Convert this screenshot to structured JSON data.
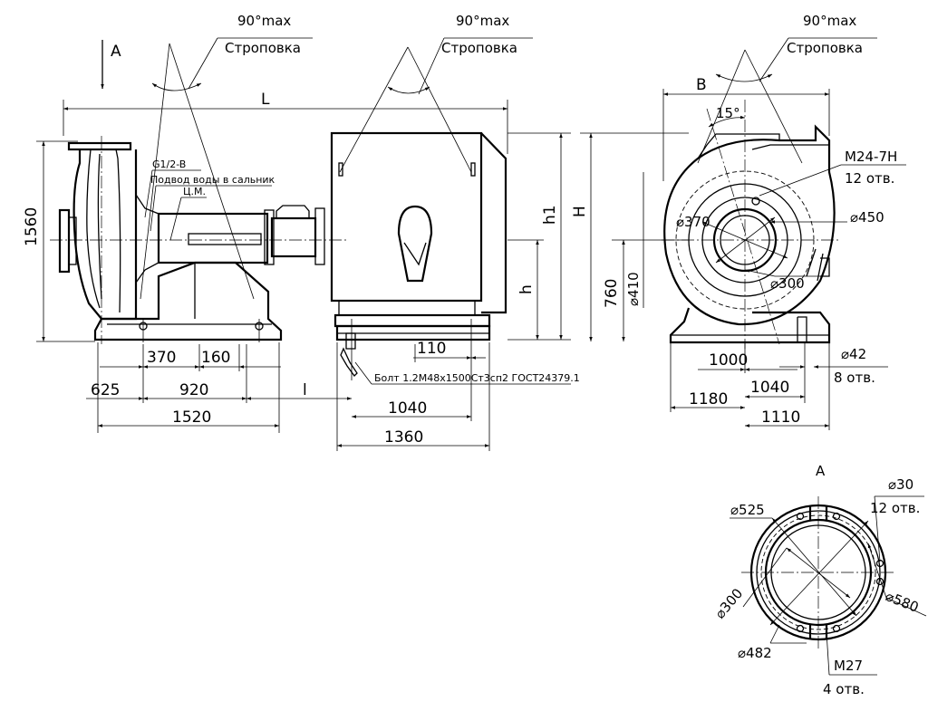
{
  "labels": {
    "view_a_arrow": "A",
    "view_a_title": "A",
    "sling_angle": "90°max",
    "sling_text": "Строповка",
    "len_L": "L",
    "len_l": "l",
    "h": "h",
    "h1": "h1",
    "H": "H",
    "B": "B",
    "angle15": "15°",
    "thread_g": "G1/2-B",
    "water_supply": "Подвод воды в сальник",
    "cm": "Ц.М.",
    "bolt": "Болт 1.2М48х1500Ст3сп2 ГОСТ24379.1",
    "m24": "М24-7Н",
    "holes12": "12 отв.",
    "holes8": "8 отв.",
    "holes4": "4 отв.",
    "m27": "М27",
    "d370": "⌀370",
    "d450": "⌀450",
    "d410": "⌀410",
    "d300": "⌀300",
    "d42": "⌀42",
    "d30": "⌀30",
    "d525": "⌀525",
    "d580": "⌀580",
    "d482": "⌀482",
    "v1560": "1560",
    "v760": "760",
    "v370": "370",
    "v160": "160",
    "v625": "625",
    "v920": "920",
    "v1520": "1520",
    "v110": "110",
    "v1040": "1040",
    "v1360": "1360",
    "v1000": "1000",
    "v1180": "1180",
    "v1110": "1110"
  }
}
